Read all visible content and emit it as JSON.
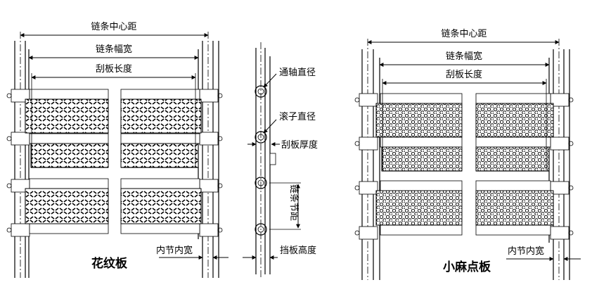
{
  "left_panel": {
    "chain_center_distance": "链条中心距",
    "chain_width": "链条幅宽",
    "scraper_length": "刮板长度",
    "inner_link_width": "内节内宽",
    "caption": "花纹板"
  },
  "middle_panel": {
    "shaft_diameter": "通轴直径",
    "roller_diameter": "滚子直径",
    "scraper_thickness": "刮板厚度",
    "chain_pitch": "链条节距",
    "baffle_height": "挡板高度"
  },
  "right_panel": {
    "chain_center_distance": "链条中心距",
    "chain_width": "链条幅宽",
    "scraper_length": "刮板长度",
    "inner_link_width": "内节内宽",
    "caption": "小麻点板"
  }
}
